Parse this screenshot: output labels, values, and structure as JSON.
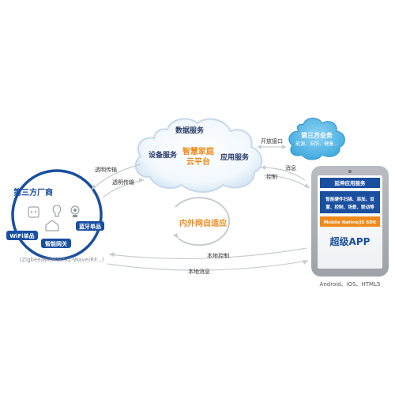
{
  "cloud_platform": {
    "title": "智慧家庭云平台",
    "line1": "智慧家庭",
    "line2": "云平台",
    "data_services": "数据服务",
    "device_services": "设备服务",
    "app_services": "应用服务"
  },
  "third_party_business": {
    "title": "第三方业务",
    "subtitle": "能源、安防、健康..."
  },
  "third_party_vendor": {
    "title": "第三方厂商",
    "wifi_label": "WiFi单品",
    "gateway_label": "智能网关",
    "bluetooth_label": "蓝牙单品",
    "protocols": "(Zigbee/BleMash/Z-Wave/RF...)"
  },
  "connections": {
    "transparent_upper": "透明传输",
    "transparent_lower": "透明传输",
    "open_interface": "开放接口",
    "message_right": "消息",
    "control_right": "控制",
    "local_control": "本地控制",
    "local_message": "本地消息",
    "adaptive": "内外网自适应"
  },
  "app_panel": {
    "extension_services": "延伸应用服务",
    "features_line1": "智能硬件扫描、添加、设",
    "features_line2": "置、控制、场景、联动等",
    "sdk": "Moblie Native/JS SDK",
    "super_app": "超级APP",
    "platforms": "Android、iOS、HTML5"
  },
  "colors": {
    "cloud_text": "#2a3a6a",
    "accent_orange": "#f08a1c",
    "blue_primary": "#1a4fa0",
    "blue_light": "#5ab8e8",
    "app_frame": "#a5a9b0",
    "arrow_gray": "#c7ccd2"
  }
}
